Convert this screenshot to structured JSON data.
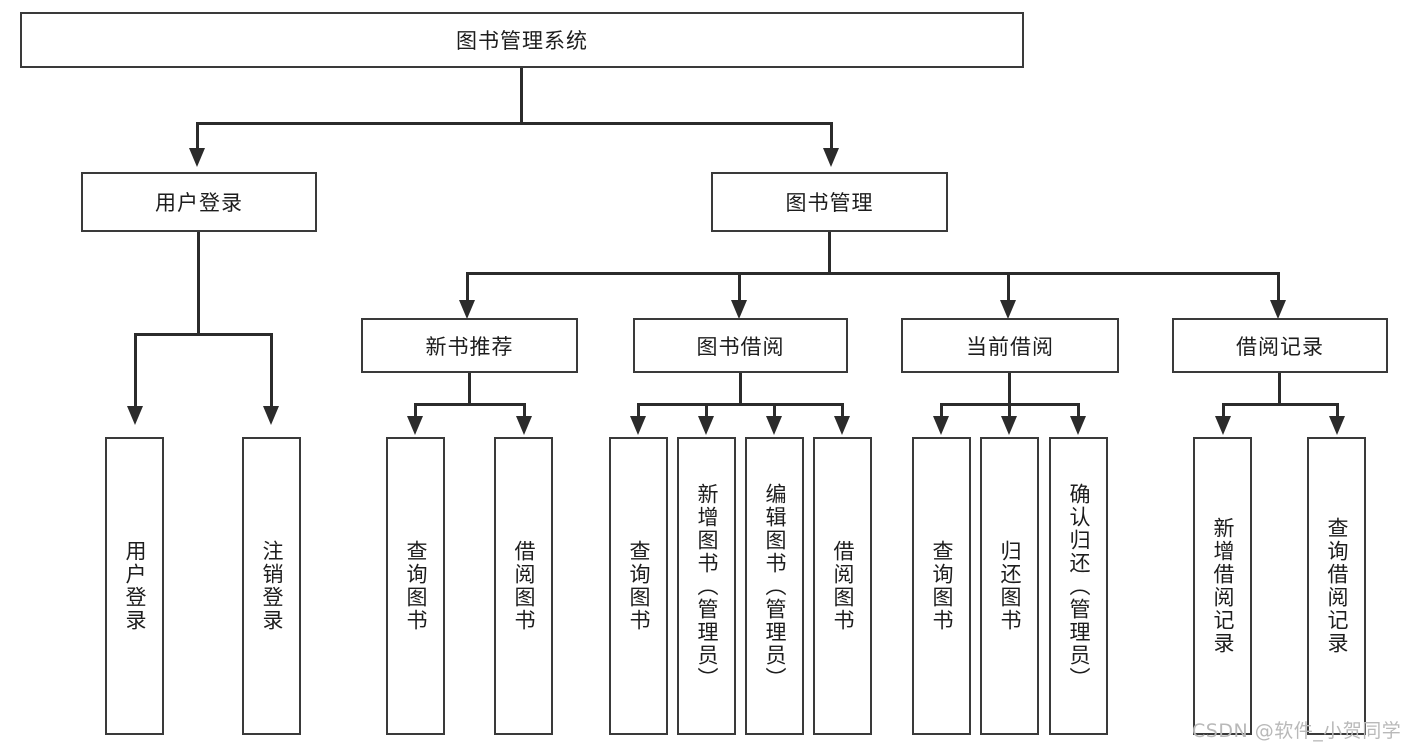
{
  "diagram": {
    "title": "图书管理系统",
    "type": "hierarchy-tree",
    "root": {
      "id": "root",
      "label": "图书管理系统"
    },
    "level2": [
      {
        "id": "user-login",
        "label": "用户登录"
      },
      {
        "id": "book-management",
        "label": "图书管理"
      }
    ],
    "level3": [
      {
        "id": "new-book-recommend",
        "label": "新书推荐",
        "parent": "book-management"
      },
      {
        "id": "book-borrow",
        "label": "图书借阅",
        "parent": "book-management"
      },
      {
        "id": "current-borrow",
        "label": "当前借阅",
        "parent": "book-management"
      },
      {
        "id": "borrow-record",
        "label": "借阅记录",
        "parent": "book-management"
      }
    ],
    "leaves": {
      "user-login": [
        {
          "id": "leaf-user-login",
          "label": "用户登录"
        },
        {
          "id": "leaf-logout",
          "label": "注销登录"
        }
      ],
      "new-book-recommend": [
        {
          "id": "leaf-query-book-1",
          "label": "查询图书"
        },
        {
          "id": "leaf-borrow-book-1",
          "label": "借阅图书"
        }
      ],
      "book-borrow": [
        {
          "id": "leaf-query-book-2",
          "label": "查询图书"
        },
        {
          "id": "leaf-add-book",
          "label": "新增图书（管理员）"
        },
        {
          "id": "leaf-edit-book",
          "label": "编辑图书（管理员）"
        },
        {
          "id": "leaf-borrow-book-2",
          "label": "借阅图书"
        }
      ],
      "current-borrow": [
        {
          "id": "leaf-query-book-3",
          "label": "查询图书"
        },
        {
          "id": "leaf-return-book",
          "label": "归还图书"
        },
        {
          "id": "leaf-confirm-return",
          "label": "确认归还（管理员）"
        }
      ],
      "borrow-record": [
        {
          "id": "leaf-add-record",
          "label": "新增借阅记录"
        },
        {
          "id": "leaf-query-record",
          "label": "查询借阅记录"
        }
      ]
    }
  },
  "watermark": {
    "text": "CSDN @软件_小贺同学"
  },
  "colors": {
    "border": "#3a3a3a",
    "connector": "#2b2b2b",
    "text": "#1d1d1d",
    "background": "#ffffff",
    "watermark": "#b9b9b9"
  }
}
